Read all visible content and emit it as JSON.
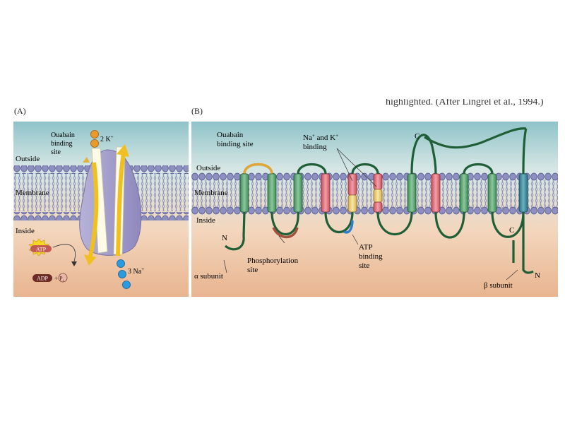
{
  "caption_fragment": "highlighted. (After Lingrel et al., 1994.)",
  "panel_a": {
    "label": "(A)",
    "ouabain_line1": "Ouabain",
    "ouabain_line2": "binding",
    "ouabain_line3": "site",
    "k_label": "2 K",
    "k_sup": "+",
    "na_label": "3 Na",
    "na_sup": "+",
    "outside": "Outside",
    "membrane": "Membrane",
    "inside": "Inside",
    "atp": "ATP",
    "adp": "ADP",
    "plus": "+",
    "pi": "P",
    "pi_sub": "i"
  },
  "panel_b": {
    "label": "(B)",
    "ouabain_line1": "Ouabain",
    "ouabain_line2": "binding site",
    "nak_line1": "Na",
    "nak_sup1": "+",
    "nak_mid": " and K",
    "nak_sup2": "+",
    "nak_line2": "binding",
    "outside": "Outside",
    "membrane": "Membrane",
    "inside": "Inside",
    "n_alpha": "N",
    "alpha_subunit": "α subunit",
    "phos_line1": "Phosphorylation",
    "phos_line2": "site",
    "atp_line1": "ATP",
    "atp_line2": "binding",
    "atp_line3": "site",
    "c_alpha": "C",
    "c_beta": "C",
    "n_beta": "N",
    "beta_subunit": "β subunit"
  }
}
